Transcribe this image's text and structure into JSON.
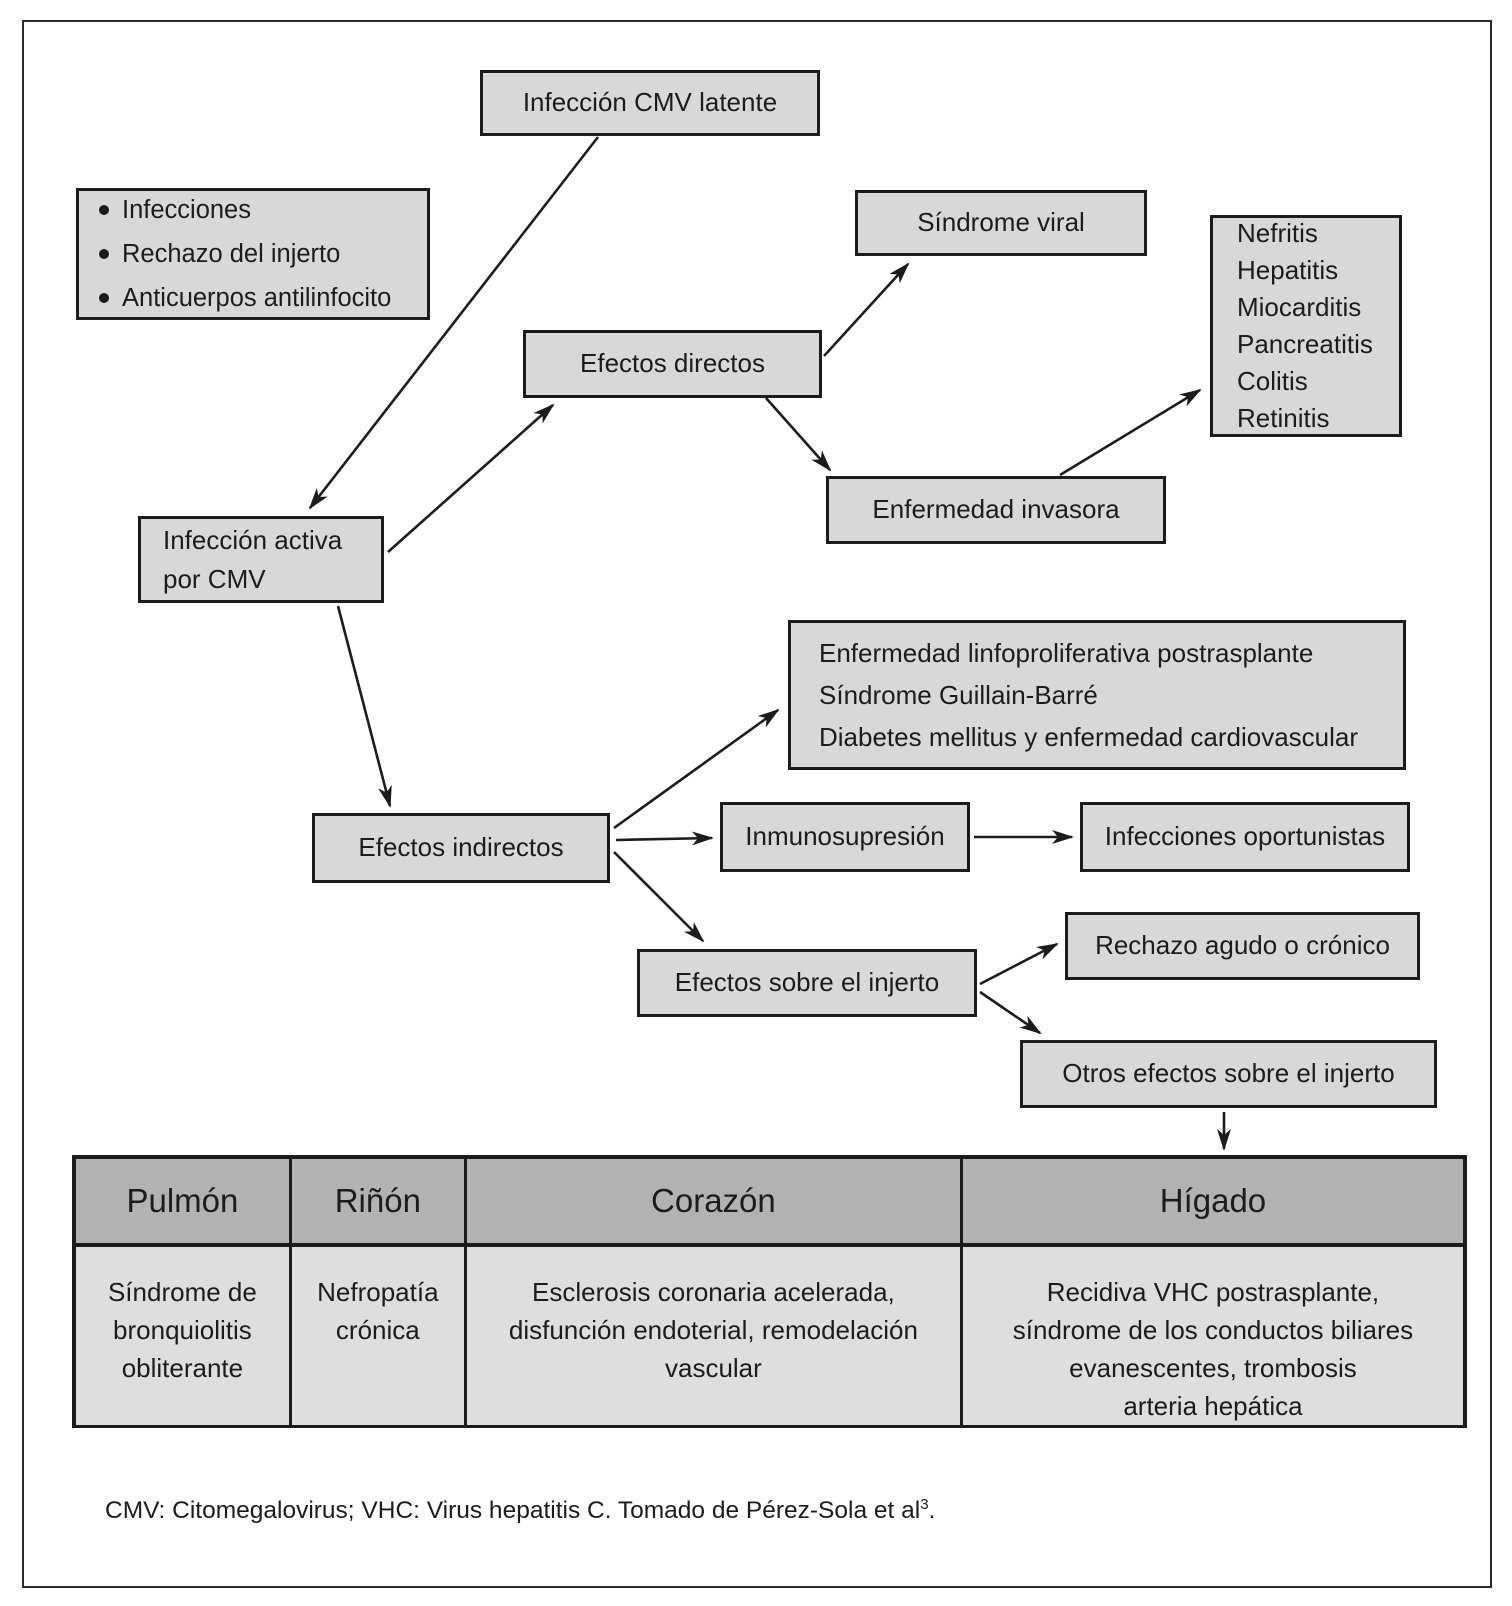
{
  "diagram": {
    "nodes": {
      "latent": {
        "label": "Infección CMV latente"
      },
      "risk_factors": {
        "items": [
          "Infecciones",
          "Rechazo del injerto",
          "Anticuerpos antilinfocito"
        ]
      },
      "sindrome_viral": {
        "label": "Síndrome viral"
      },
      "organ_list": {
        "items": [
          "Nefritis",
          "Hepatitis",
          "Miocarditis",
          "Pancreatitis",
          "Colitis",
          "Retinitis"
        ]
      },
      "efectos_directos": {
        "label": "Efectos directos"
      },
      "enfermedad_invasora": {
        "label": "Enfermedad invasora"
      },
      "infeccion_activa": {
        "label": "Infección activa\npor CMV"
      },
      "indirect_outcomes": {
        "items": [
          "Enfermedad linfoproliferativa postrasplante",
          "Síndrome Guillain-Barré",
          "Diabetes mellitus y enfermedad cardiovascular"
        ]
      },
      "efectos_indirectos": {
        "label": "Efectos indirectos"
      },
      "inmunosupresion": {
        "label": "Inmunosupresión"
      },
      "infecciones_oportunistas": {
        "label": "Infecciones oportunistas"
      },
      "efectos_injerto": {
        "label": "Efectos sobre el injerto"
      },
      "rechazo": {
        "label": "Rechazo agudo o crónico"
      },
      "otros_efectos": {
        "label": "Otros efectos sobre el injerto"
      }
    },
    "table": {
      "headers": [
        "Pulmón",
        "Riñón",
        "Corazón",
        "Hígado"
      ],
      "cells": [
        "Síndrome de\nbronquiolitis\nobliterante",
        "Nefropatía\ncrónica",
        "Esclerosis coronaria acelerada,\ndisfunción endoterial, remodelación\nvascular",
        "Recidiva VHC postrasplante,\nsíndrome de los conductos biliares\nevanescentes, trombosis\narteria hepática"
      ]
    },
    "footnote": {
      "text": "CMV: Citomegalovirus; VHC: Virus hepatitis C. Tomado de Pérez-Sola et al",
      "sup": "3",
      "end": "."
    },
    "colors": {
      "box_fill": "#d8d8d8",
      "table_header_fill": "#b2b2b2",
      "table_body_fill": "#dedede",
      "border": "#1c1c1c"
    }
  }
}
